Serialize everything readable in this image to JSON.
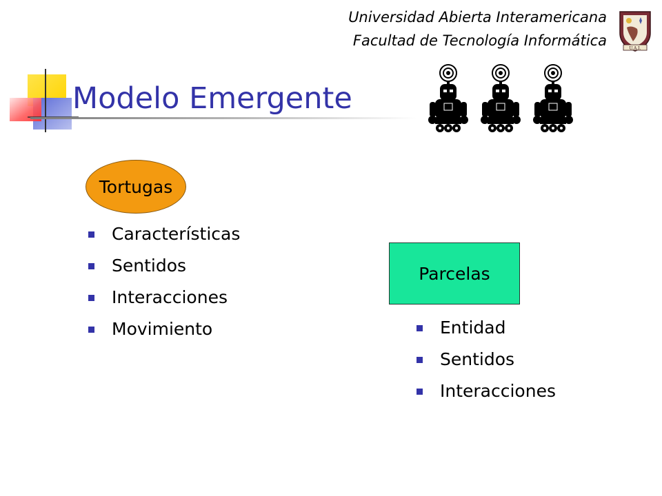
{
  "header": {
    "university": "Universidad Abierta Interamericana",
    "faculty": "Facultad de Tecnología Informática",
    "crest_text": "U.A.I."
  },
  "slide": {
    "title": "Modelo Emergente",
    "title_color": "#3333a8"
  },
  "turtles": {
    "label": "Tortugas",
    "color": "#f39a10",
    "items": [
      "Características",
      "Sentidos",
      "Interacciones",
      "Movimiento"
    ]
  },
  "patches": {
    "label": "Parcelas",
    "color": "#18e69a",
    "items": [
      "Entidad",
      "Sentidos",
      "Interacciones"
    ]
  },
  "icons": {
    "crest": "university-crest-icon",
    "robots": "robot-icon",
    "bullet": "square-bullet-icon"
  }
}
